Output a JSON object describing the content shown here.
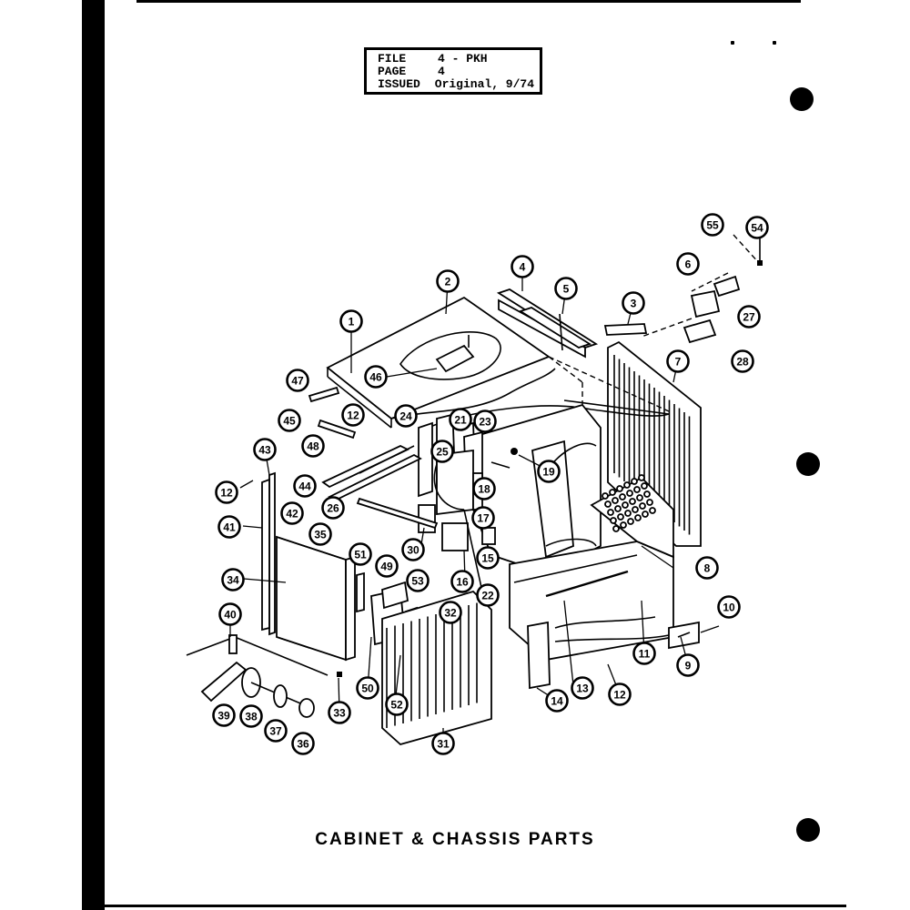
{
  "header": {
    "rows": [
      {
        "key": "FILE",
        "value": "4 - PKH"
      },
      {
        "key": "PAGE",
        "value": "4"
      },
      {
        "key": "ISSUED",
        "value": "Original, 9/74"
      }
    ]
  },
  "title": "CABINET & CHASSIS PARTS",
  "callouts": [
    "55",
    "54",
    "6",
    "27",
    "28",
    "4",
    "5",
    "3",
    "7",
    "2",
    "1",
    "46",
    "47",
    "45",
    "12",
    "48",
    "24",
    "21",
    "23",
    "25",
    "19",
    "43",
    "12",
    "44",
    "26",
    "18",
    "17",
    "41",
    "42",
    "35",
    "30",
    "15",
    "51",
    "49",
    "53",
    "16",
    "22",
    "8",
    "34",
    "10",
    "32",
    "40",
    "50",
    "52",
    "11",
    "13",
    "9",
    "39",
    "38",
    "37",
    "33",
    "36",
    "31",
    "14",
    "12"
  ]
}
